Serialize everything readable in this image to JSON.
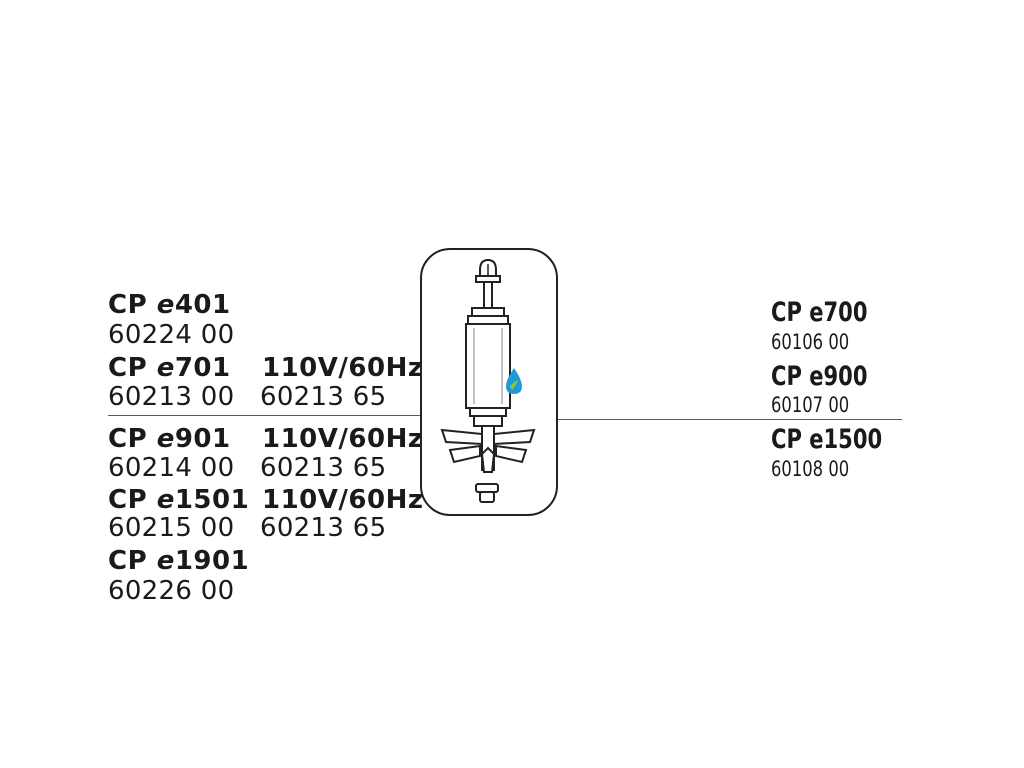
{
  "left_list": {
    "models": [
      {
        "prefix": "CP ",
        "variant": "e",
        "number": "401",
        "part": "60224 00",
        "alt_voltage": "",
        "alt_part": ""
      },
      {
        "prefix": "CP ",
        "variant": "e",
        "number": "701",
        "part": "60213 00",
        "alt_voltage": "110V/60Hz",
        "alt_part": "60213 65"
      },
      {
        "prefix": "CP ",
        "variant": "e",
        "number": "901",
        "part": "60214 00",
        "alt_voltage": "110V/60Hz",
        "alt_part": "60213 65"
      },
      {
        "prefix": "CP ",
        "variant": "e",
        "number": "1501",
        "part": "60215 00",
        "alt_voltage": "110V/60Hz",
        "alt_part": "60213 65"
      },
      {
        "prefix": "CP ",
        "variant": "e",
        "number": "1901",
        "part": "60226 00",
        "alt_voltage": "",
        "alt_part": ""
      }
    ]
  },
  "right_list": {
    "models": [
      {
        "model": "CP e700",
        "part": "60106 00"
      },
      {
        "model": "CP e900",
        "part": "60107 00"
      },
      {
        "model": "CP e1500",
        "part": "60108 00"
      }
    ]
  },
  "illustration": {
    "subject": "pump-impeller-part-icon",
    "badge_color": "#1e9ad6",
    "leaf_color": "#8cc63f"
  }
}
